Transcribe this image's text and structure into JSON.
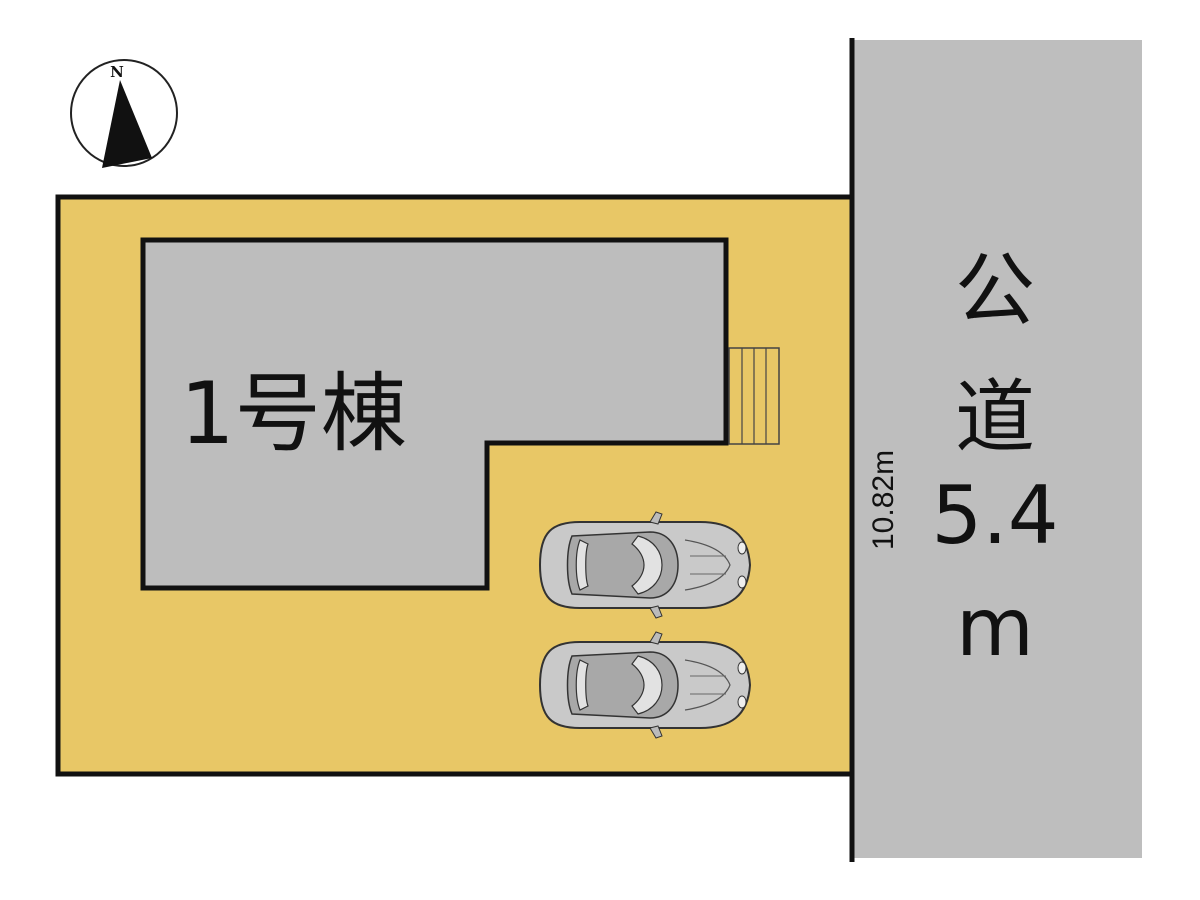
{
  "compass": {
    "north_label": "N",
    "icon": "north-arrow-icon"
  },
  "house": {
    "label": "1号棟",
    "fill": "#bdbdbd"
  },
  "lot": {
    "fill": "#e8c766",
    "frontage_label": "10.82m"
  },
  "road": {
    "label_chars": [
      "公",
      "道"
    ],
    "width_label": "5.4",
    "width_unit": "m",
    "fill": "#bebebe"
  },
  "parking": {
    "cars": [
      {
        "icon": "car-icon"
      },
      {
        "icon": "car-icon"
      }
    ]
  },
  "colors": {
    "outline": "#111111",
    "background": "#ffffff"
  }
}
